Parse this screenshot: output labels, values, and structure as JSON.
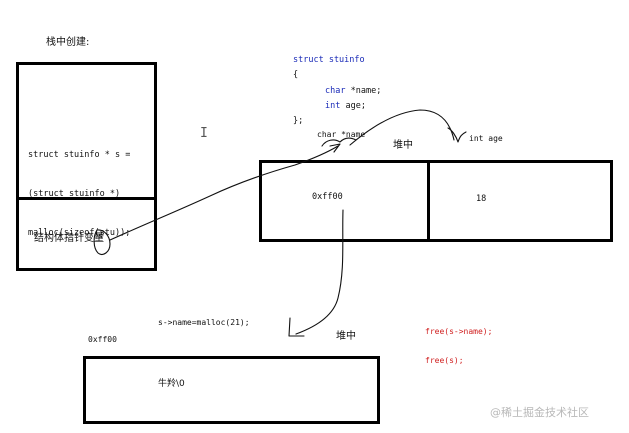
{
  "stack_title": "栈中创建:",
  "stack_code": [
    "struct stuinfo * s =",
    "(struct stuinfo *)",
    "malloc(sizeof(stu));"
  ],
  "pointer_label": "结构体指针变量",
  "pointer_var": "s",
  "struct_def": {
    "line1": "struct stuinfo",
    "line2": "{",
    "line3_type": "char",
    "line3_rest": " *name;",
    "line4_type": "int",
    "line4_rest": " age;",
    "line5": "};"
  },
  "heap_label_top": "堆中",
  "field_name_label": "char *name",
  "field_age_label": "int age",
  "name_cell_value": "0xff00",
  "age_cell_value": "18",
  "malloc_name_code": "s->name=malloc(21);",
  "heap_label_bottom": "堆中",
  "bottom_address": "0xff00",
  "bottom_content": "牛羚\\0",
  "free_calls": [
    "free(s->name);",
    "free(s);"
  ],
  "watermark": "@稀土掘金技术社区",
  "colors": {
    "keyword": "#1a2bb8",
    "free": "#d02020",
    "box_border": "#000000"
  }
}
